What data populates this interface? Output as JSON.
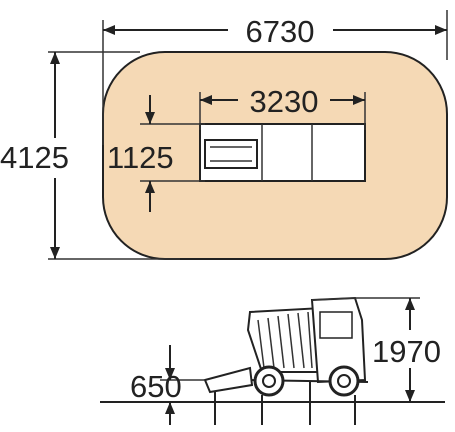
{
  "plan": {
    "overall_length": "6730",
    "overall_width": "4125",
    "unit_length": "3230",
    "unit_width": "1125"
  },
  "elevation": {
    "low_height": "650",
    "high_height": "1970"
  },
  "colors": {
    "safety_area": "#f5d9b5",
    "line": "#222222",
    "ink": "#222222"
  }
}
